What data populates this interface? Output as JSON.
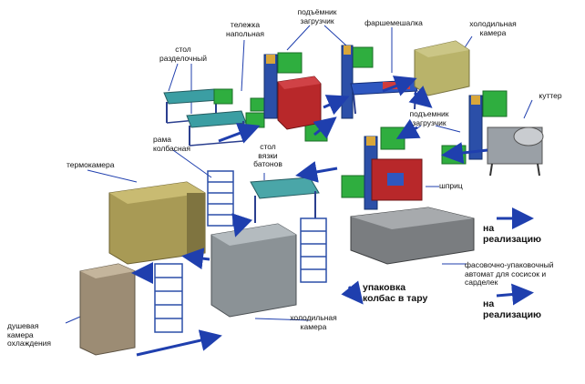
{
  "labels": {
    "cart": "тележка\nнапольная",
    "lift_top": "подъёмник\nзагрузчик",
    "mixer": "фаршемешалка",
    "cold_room_top": "холодильная\nкамера",
    "cutting_table": "стол\nразделочный",
    "cutter": "куттер",
    "lift_mid": "подъемник\nзагрузчик",
    "smoke_chamber": "термокамера",
    "sausage_frame": "рама\nколбасная",
    "tying_table": "стол\nвязки\nбатонов",
    "syringe": "шприц",
    "to_sale_1": "на\nреализацию",
    "packing_machine": "фасовочно-упаковочный\nавтомат для сосисок и\nсарделек",
    "packing_tare": "упаковка\nколбас в тару",
    "to_sale_2": "на\nреализацию",
    "shower_chamber": "душевая\nкамера\nохлаждения",
    "cold_room_bottom": "холодильная\nкамера"
  },
  "colors": {
    "arrow": "#1f3fae",
    "crate": "#2fae3f",
    "machine_red": "#b8282a",
    "machine_grey": "#9aa0a6",
    "lift_blue": "#2b4fa8",
    "table_top": "#4aa6a8",
    "chamber_olive": "#a89a55"
  }
}
